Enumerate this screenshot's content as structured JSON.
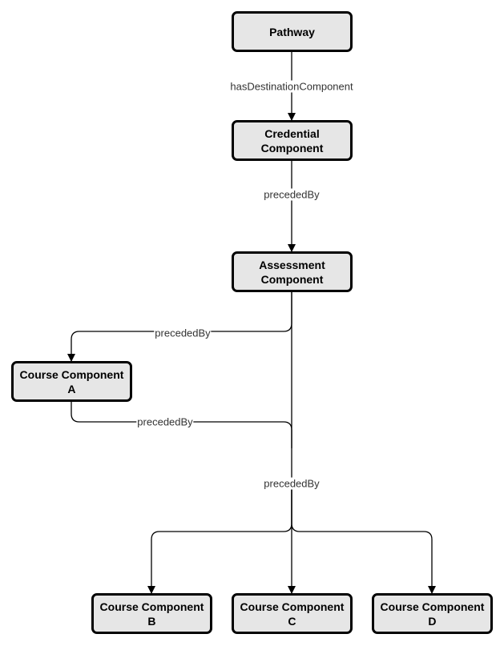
{
  "colors": {
    "node_fill": "#e6e6e6",
    "node_border": "#000000",
    "edge": "#000000",
    "label_text": "#333333",
    "background": "#ffffff"
  },
  "nodes": {
    "pathway": "Pathway",
    "credential": "Credential\nComponent",
    "assessment": "Assessment\nComponent",
    "course_a": "Course Component\nA",
    "course_b": "Course Component\nB",
    "course_c": "Course Component\nC",
    "course_d": "Course Component\nD"
  },
  "edges": {
    "pathway_to_credential": "hasDestinationComponent",
    "credential_to_assessment": "precededBy",
    "assessment_to_course_a": "precededBy",
    "course_a_to_courses": "precededBy",
    "assessment_to_courses": "precededBy"
  }
}
